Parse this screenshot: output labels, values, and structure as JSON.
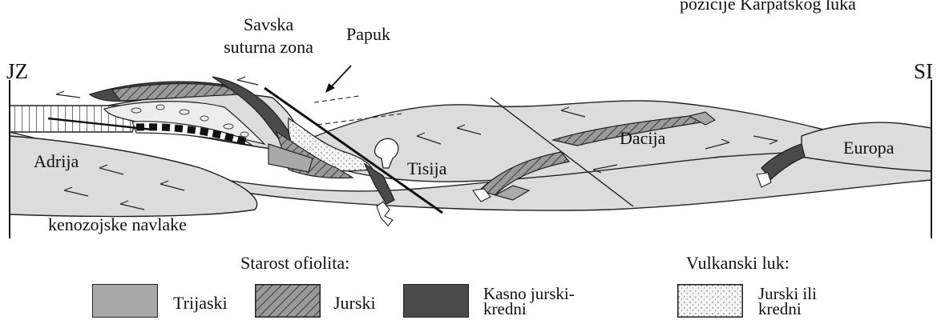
{
  "header": {
    "top_right_text": "pozicije Karpatskog luka",
    "left_end": "JZ",
    "right_end": "SI"
  },
  "labels": {
    "savska": "Savska",
    "suturna": "suturna zona",
    "papuk": "Papuk",
    "adrija": "Adrija",
    "tisija": "Tisija",
    "dacija": "Dacija",
    "europa": "Europa",
    "kenozojske": "kenozojske navlake"
  },
  "legend": {
    "ophiolite_title": "Starost ofiolita:",
    "arc_title": "Vulkanski luk:",
    "triassic": "Trijaski",
    "jurassic": "Jurski",
    "late_jurassic_l1": "Kasno jurski-",
    "late_jurassic_l2": "kredni",
    "arc_l1": "Jurski ili",
    "arc_l2": "kredni"
  },
  "colors": {
    "light_grey": "#dcdcdc",
    "mid_grey": "#a9a9a9",
    "dark_grey": "#4a4a4a",
    "outline": "#222222"
  }
}
